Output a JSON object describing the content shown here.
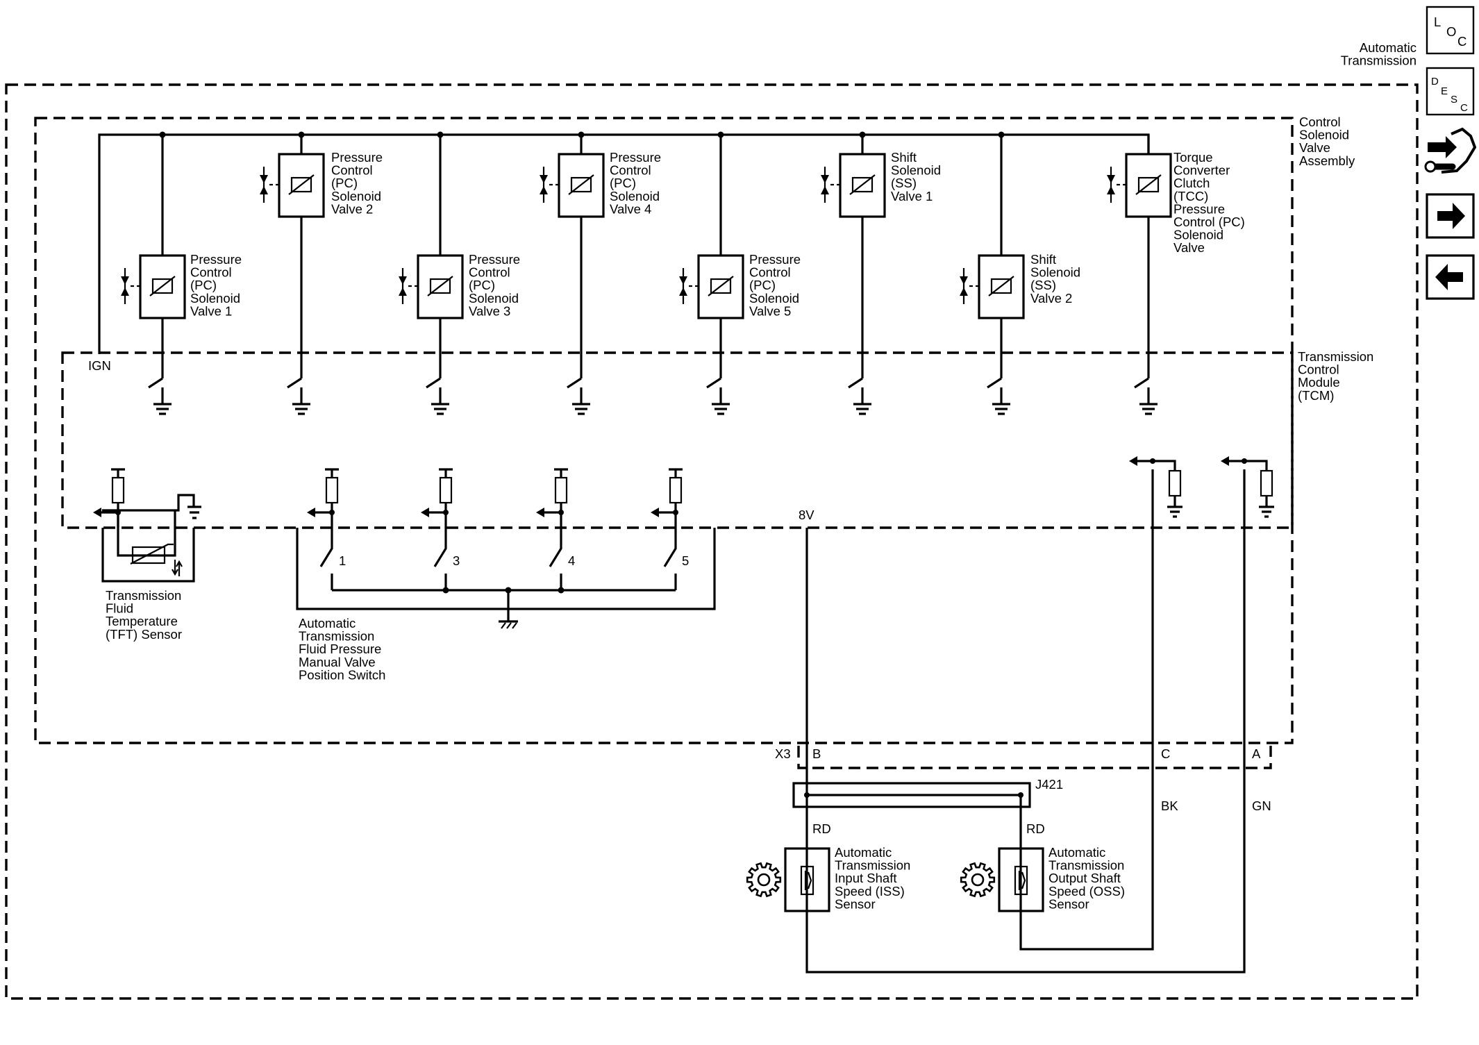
{
  "nav": {
    "loc": {
      "l": "L",
      "o": "O",
      "c": "C"
    },
    "desc": {
      "d": "D",
      "e": "E",
      "s": "S",
      "c": "C"
    },
    "system_title": [
      "Automatic",
      "Transmission"
    ]
  },
  "labels": {
    "csva": [
      "Control",
      "Solenoid",
      "Valve",
      "Assembly"
    ],
    "tcm": [
      "Transmission",
      "Control",
      "Module",
      "(TCM)"
    ],
    "ign": "IGN",
    "v8": "8V",
    "x3": "X3",
    "j421": "J421",
    "pin_b": "B",
    "pin_c": "C",
    "pin_a": "A",
    "rd1": "RD",
    "rd2": "RD",
    "bk": "BK",
    "gn": "GN",
    "sw1": "1",
    "sw3": "3",
    "sw4": "4",
    "sw5": "5"
  },
  "solenoids": [
    {
      "id": "pc1",
      "label": [
        "Pressure",
        "Control",
        "(PC)",
        "Solenoid",
        "Valve 1"
      ]
    },
    {
      "id": "pc2",
      "label": [
        "Pressure",
        "Control",
        "(PC)",
        "Solenoid",
        "Valve 2"
      ]
    },
    {
      "id": "pc3",
      "label": [
        "Pressure",
        "Control",
        "(PC)",
        "Solenoid",
        "Valve 3"
      ]
    },
    {
      "id": "pc4",
      "label": [
        "Pressure",
        "Control",
        "(PC)",
        "Solenoid",
        "Valve 4"
      ]
    },
    {
      "id": "pc5",
      "label": [
        "Pressure",
        "Control",
        "(PC)",
        "Solenoid",
        "Valve 5"
      ]
    },
    {
      "id": "ss1",
      "label": [
        "Shift",
        "Solenoid",
        "(SS)",
        "Valve 1"
      ]
    },
    {
      "id": "ss2",
      "label": [
        "Shift",
        "Solenoid",
        "(SS)",
        "Valve 2"
      ]
    },
    {
      "id": "tcc",
      "label": [
        "Torque",
        "Converter",
        "Clutch",
        "(TCC)",
        "Pressure",
        "Control (PC)",
        "Solenoid",
        "Valve"
      ]
    }
  ],
  "components": {
    "tft": [
      "Transmission",
      "Fluid",
      "Temperature",
      "(TFT) Sensor"
    ],
    "switch": [
      "Automatic",
      "Transmission",
      "Fluid Pressure",
      "Manual Valve",
      "Position Switch"
    ],
    "iss": [
      "Automatic",
      "Transmission",
      "Input Shaft",
      "Speed (ISS)",
      "Sensor"
    ],
    "oss": [
      "Automatic",
      "Transmission",
      "Output Shaft",
      "Speed (OSS)",
      "Sensor"
    ]
  }
}
